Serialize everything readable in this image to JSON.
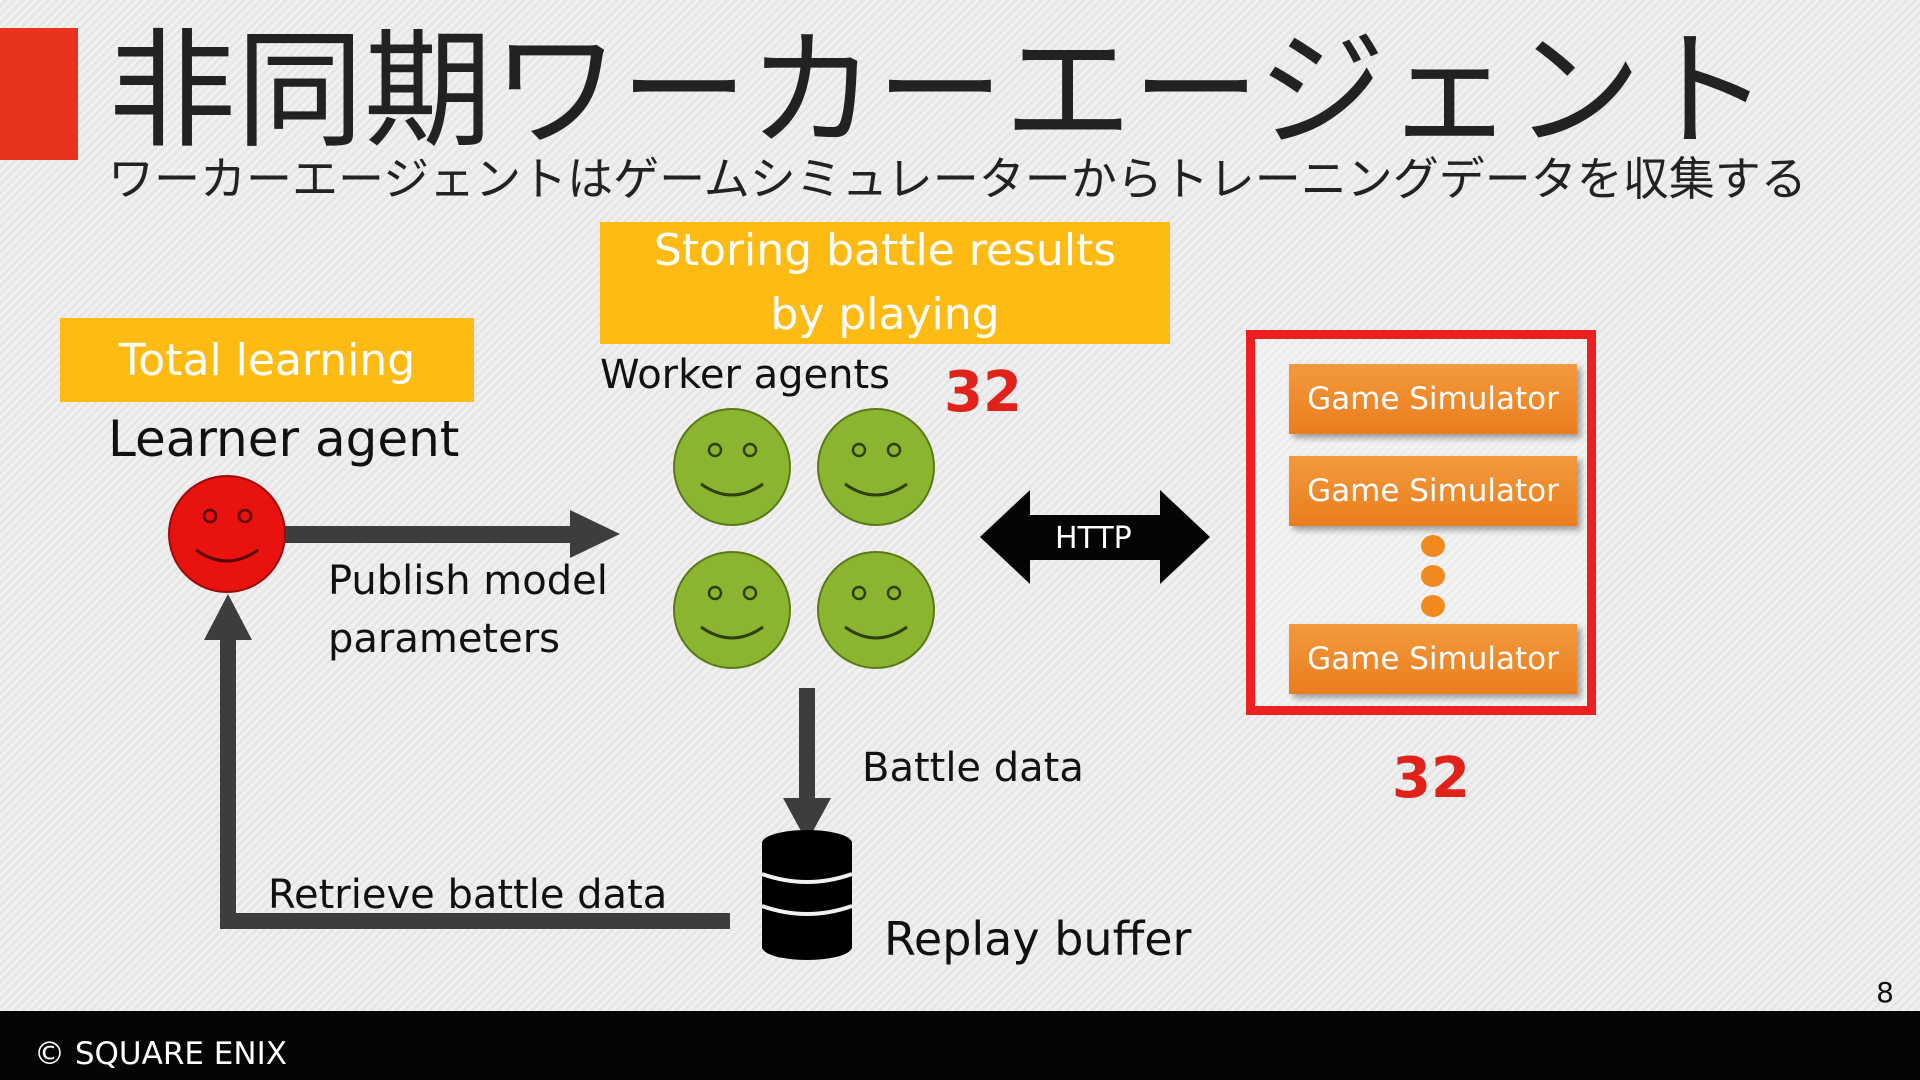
{
  "slide": {
    "title": "非同期ワーカーエージェント",
    "subtitle": "ワーカーエージェントはゲームシミュレーターからトレーニングデータを収集する",
    "page_number": "8"
  },
  "diagram": {
    "tag_total": "Total learning",
    "tag_storing_line1": "Storing battle results",
    "tag_storing_line2": "by playing",
    "learner_label": "Learner agent",
    "workers_label": "Worker agents",
    "workers_count": "32",
    "publish_line1": "Publish model",
    "publish_line2": "parameters",
    "http_label": "HTTP",
    "simulator_label": "Game Simulator",
    "simulators_count": "32",
    "battle_data_label": "Battle data",
    "replay_buffer_label": "Replay buffer",
    "retrieve_label": "Retrieve battle data",
    "colors": {
      "learner_face": "#e8120f",
      "worker_face": "#8bb531",
      "tag_yellow": "#fdbb13",
      "simulator_orange": "#ec831f",
      "frame_red": "#ee1f1f",
      "arrow_gray": "#3d3d3d"
    }
  },
  "footer": {
    "copyright": "© SQUARE ENIX"
  }
}
